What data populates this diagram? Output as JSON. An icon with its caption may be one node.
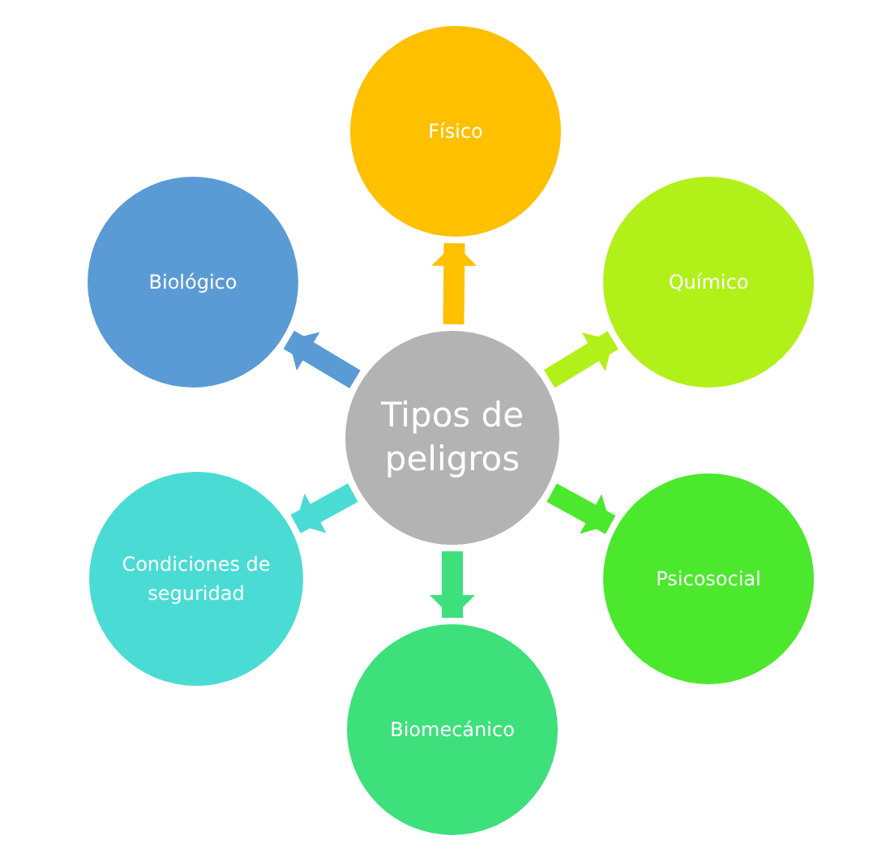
{
  "diagram": {
    "nodes": [
      {
        "text": [
          "Tipos de peligros"
        ]
      },
      {
        "text": [
          "Físico"
        ]
      },
      {
        "text": [
          "Químico"
        ]
      },
      {
        "text": [
          "Psicosocial"
        ]
      },
      {
        "text": [
          "Biomecánico"
        ]
      },
      {
        "text": [
          "Condiciones de seguridad"
        ]
      },
      {
        "text": [
          "Biológico"
        ]
      }
    ],
    "edges": [
      {
        "from": 0,
        "to": 1,
        "arrow": "to",
        "color": "#ffc000"
      },
      {
        "from": 0,
        "to": 2,
        "arrow": "to",
        "color": "#b2f01a"
      },
      {
        "from": 0,
        "to": 3,
        "arrow": "to",
        "color": "#4be82e"
      },
      {
        "from": 0,
        "to": 4,
        "arrow": "to",
        "color": "#3ee07c"
      },
      {
        "from": 0,
        "to": 5,
        "arrow": "to",
        "color": "#4adcd4"
      },
      {
        "from": 0,
        "to": 6,
        "arrow": "to",
        "color": "#5b9bd5"
      }
    ]
  }
}
